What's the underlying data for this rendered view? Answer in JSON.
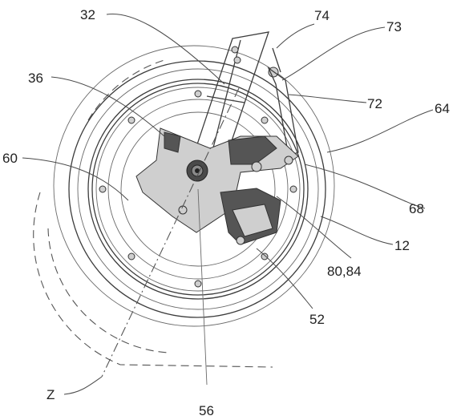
{
  "labels": {
    "l32": "32",
    "l74": "74",
    "l73": "73",
    "l36": "36",
    "l72": "72",
    "l64": "64",
    "l60": "60",
    "l68": "68",
    "l12": "12",
    "l80_84": "80,84",
    "l52": "52",
    "lZ": "Z",
    "l56": "56"
  }
}
